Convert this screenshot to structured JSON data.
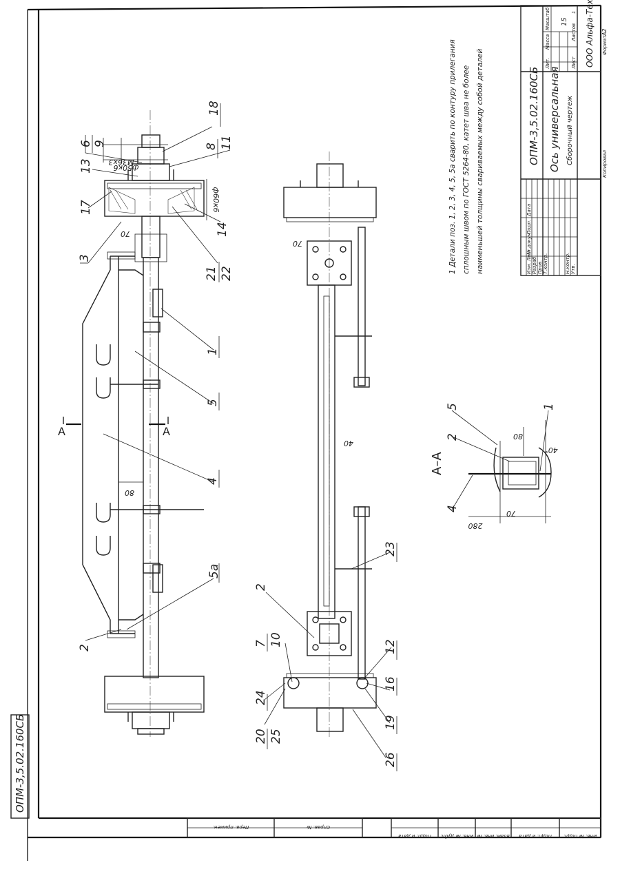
{
  "stamp": {
    "designation": "ОПМ-3,5.02.160СБ",
    "title": "Ось универсальная",
    "subtitle": "Сборочный чертеж",
    "company": "ООО Альфа-Техник",
    "scale": "15",
    "sheet": "1",
    "sheets_label": "Листов",
    "sheet_label": "Лист",
    "sheets_count": "1",
    "letter_label": "Лит.",
    "mass_label": "Масса",
    "scale_label": "Масштаб",
    "format_label": "Формат",
    "format": "А2",
    "copied_label": "Копировал",
    "roles": [
      "Изм. Лист",
      "Разраб.",
      "Пров.",
      "Т.контр.",
      "",
      "Н.контр.",
      "Утв."
    ],
    "doc_header": [
      "№ докум.",
      "Подп.",
      "Дата"
    ]
  },
  "side_stamp": {
    "fields": [
      "Инв. № подл.",
      "Подп. и дата",
      "Взам. инв. №",
      "Инв. № дубл.",
      "Подп. и дата"
    ],
    "top_fields": [
      "Справ. №",
      "Перв. примен."
    ],
    "designation_rotated": "ОПМ-3,5.02.160СБ"
  },
  "notes": {
    "lines": [
      "1 Детали поз. 1, 2, 3, 4, 5, 5а сварить по контуру прилегания",
      "сплошным швом по ГОСТ 5264-80, катет шва не более",
      "наименьшей толщины свариваемых между собой деталей"
    ]
  },
  "section": {
    "label": "А–А",
    "cut_label_a": "А",
    "cut_label_b": "А"
  },
  "dimensions": {
    "m36": "М36х3",
    "d50": "ф50к6",
    "d60": "ф60к6",
    "d70a": "70",
    "d70b": "70",
    "d80": "80",
    "d40": "40",
    "s80": "80",
    "s70": "70",
    "s280": "280",
    "s40deg": "40°"
  },
  "positions": {
    "p1": "1",
    "p2": "2",
    "p2b": "2",
    "p2c": "2",
    "p3": "3",
    "p4": "4",
    "p4b": "4",
    "p5": "5",
    "p5b": "5",
    "p5a": "5а",
    "p6": "6",
    "p7": "7",
    "p8": "8",
    "p9": "9",
    "p10": "10",
    "p11": "11",
    "p12": "12",
    "p13": "13",
    "p14": "14",
    "p16": "16",
    "p17": "17",
    "p18": "18",
    "p19": "19",
    "p20": "20",
    "p21": "21",
    "p22": "22",
    "p23": "23",
    "p24": "24",
    "p25": "25",
    "p26": "26",
    "p1b": "1"
  }
}
